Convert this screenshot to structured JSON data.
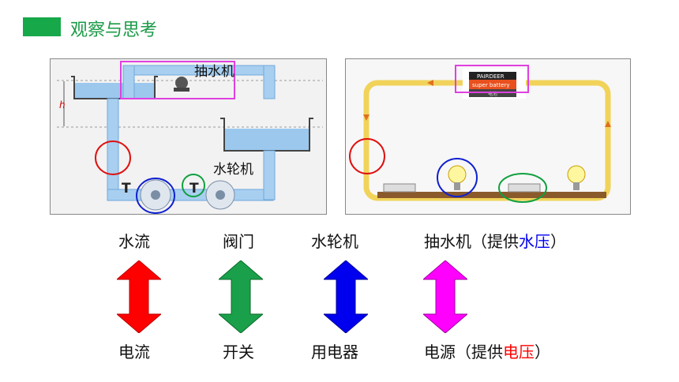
{
  "header": {
    "title": "观察与思考"
  },
  "water_panel": {
    "pump_label": "抽水机",
    "turbine_label": "水轮机",
    "height_label": "h"
  },
  "circuit_panel": {
    "battery_brand": "PAIRDEER",
    "battery_sub": "super battery",
    "battery_note": "电池"
  },
  "analogy": {
    "top": [
      "水流",
      "阀门",
      "水轮机",
      "抽水机（提供"
    ],
    "top_hl": "水压",
    "top_end": "）",
    "bottom": [
      "电流",
      "开关",
      "用电器",
      "电源（提供"
    ],
    "bottom_hl": "电压",
    "bottom_end": "）"
  },
  "colors": {
    "accent_green": "#17a84a",
    "arrow_red": "#ff0000",
    "arrow_green": "#1aa04a",
    "arrow_blue": "#0000ee",
    "arrow_magenta": "#ff00ff",
    "hl_water": "#0000ee",
    "hl_electric": "#ff0000"
  }
}
